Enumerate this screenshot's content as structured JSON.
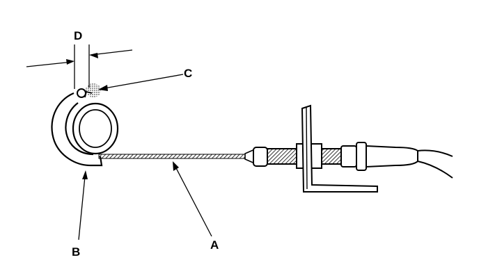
{
  "diagram": {
    "labels": {
      "a": "A",
      "b": "B",
      "c": "C",
      "d": "D"
    },
    "colors": {
      "ink": "#000000",
      "paper": "#ffffff"
    }
  }
}
